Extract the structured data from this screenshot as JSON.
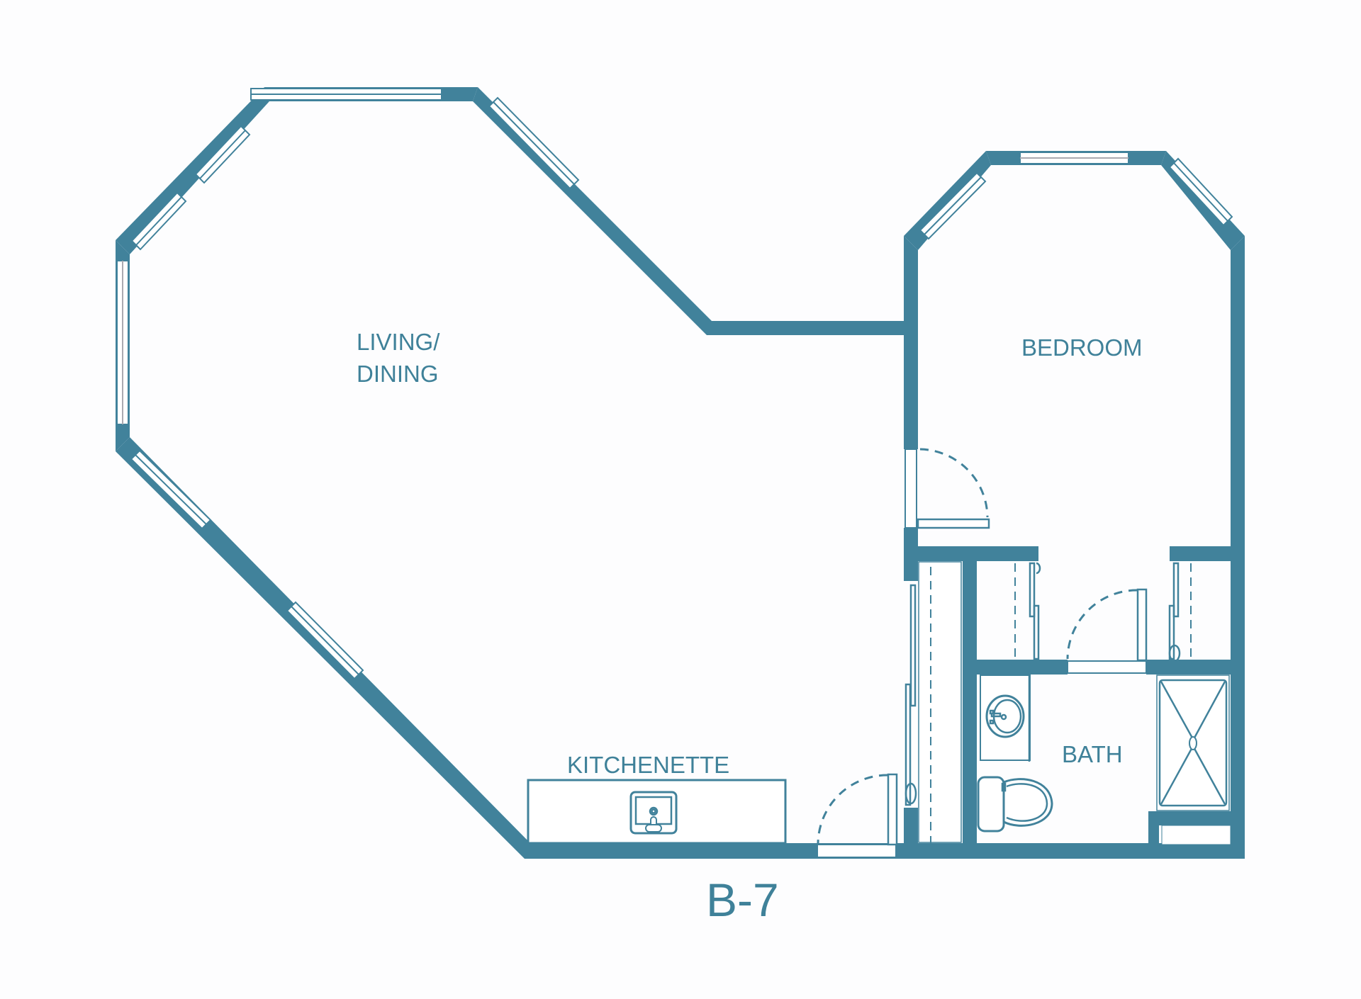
{
  "floor_plan": {
    "unit_name": "B-7",
    "wall_color": "#41829b",
    "label_color": "#3f8199",
    "background": "#fdfdfe",
    "rooms": [
      {
        "id": "living_dining",
        "label_line1": "LIVING/",
        "label_line2": "DINING"
      },
      {
        "id": "bedroom",
        "label": "BEDROOM"
      },
      {
        "id": "kitchenette",
        "label": "KITCHENETTE"
      },
      {
        "id": "bath",
        "label": "BATH"
      }
    ],
    "fixtures": [
      "kitchen-sink",
      "bath-vanity-sink",
      "toilet",
      "shower"
    ],
    "doors": [
      "entry-door",
      "bedroom-door",
      "bath-door",
      "closet-sliding-doors"
    ]
  }
}
